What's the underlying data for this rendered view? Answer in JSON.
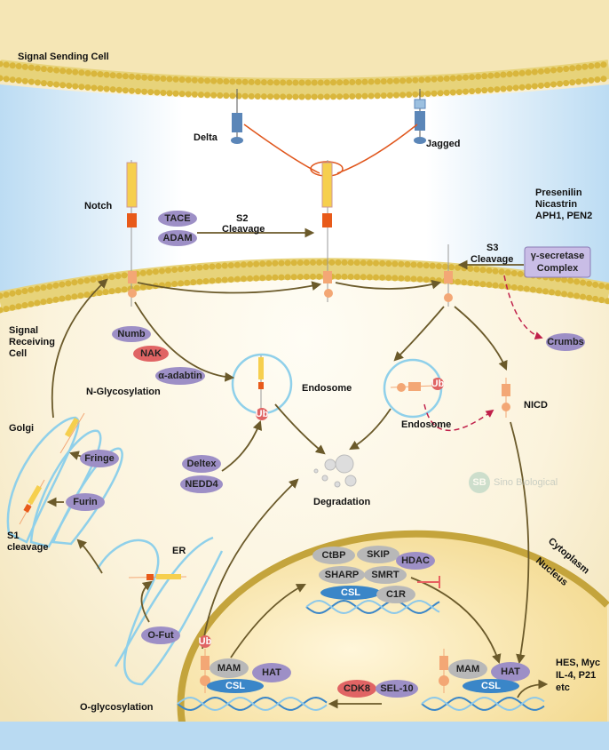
{
  "labels": {
    "signal_sending_cell": "Signal Sending Cell",
    "delta": "Delta",
    "jagged": "Jagged",
    "notch": "Notch",
    "s2": "S2",
    "s2_cleavage": "Cleavage",
    "presenilin": "Presenilin",
    "nicastrin": "Nicastrin",
    "aph1_pen2": "APH1, PEN2",
    "s3": "S3",
    "s3_cleavage": "Cleavage",
    "gamma_secretase_1": "γ-secretase",
    "gamma_secretase_2": "Complex",
    "signal_receiving_1": "Signal",
    "signal_receiving_2": "Receiving",
    "signal_receiving_3": "Cell",
    "endosome_1": "Endosome",
    "endosome_2": "Endosome",
    "nicd": "NICD",
    "golgi": "Golgi",
    "n_glycosylation": "N-Glycosylation",
    "s1_1": "S1",
    "s1_2": "cleavage",
    "er": "ER",
    "degradation": "Degradation",
    "cytoplasm": "Cytoplasm",
    "nucleus": "Nucleus",
    "targets_1": "HES, Myc",
    "targets_2": "IL-4, P21",
    "targets_3": "etc",
    "o_glycosylation": "O-glycosylation",
    "watermark": "Sino Biological",
    "watermark_logo": "SB"
  },
  "proteins": {
    "tace": "TACE",
    "adam": "ADAM",
    "numb": "Numb",
    "nak": "NAK",
    "adabtin": "α-adabtin",
    "deltex": "Deltex",
    "nedd4": "NEDD4",
    "fringe": "Fringe",
    "furin": "Furin",
    "ofut": "O-Fut",
    "crumbs": "Crumbs",
    "ctbp": "CtBP",
    "skip": "SKIP",
    "hdac": "HDAC",
    "sharp": "SHARP",
    "smrt": "SMRT",
    "csl_repress": "CSL",
    "c1r": "C1R",
    "mam_left": "MAM",
    "hat_left": "HAT",
    "csl_left": "CSL",
    "mam_right": "MAM",
    "hat_right": "HAT",
    "csl_right": "CSL",
    "cdk8": "CDK8",
    "sel10": "SEL-10",
    "ub": "Ub"
  },
  "colors": {
    "purple": "#9d8fc6",
    "gray": "#b8b8b8",
    "blue": "#3a86c8",
    "red": "#e06464",
    "membrane": "#d9b63c",
    "nucleus_border": "#c4a43c",
    "arrow": "#6b5a2a",
    "inhibit": "#c0204a"
  }
}
